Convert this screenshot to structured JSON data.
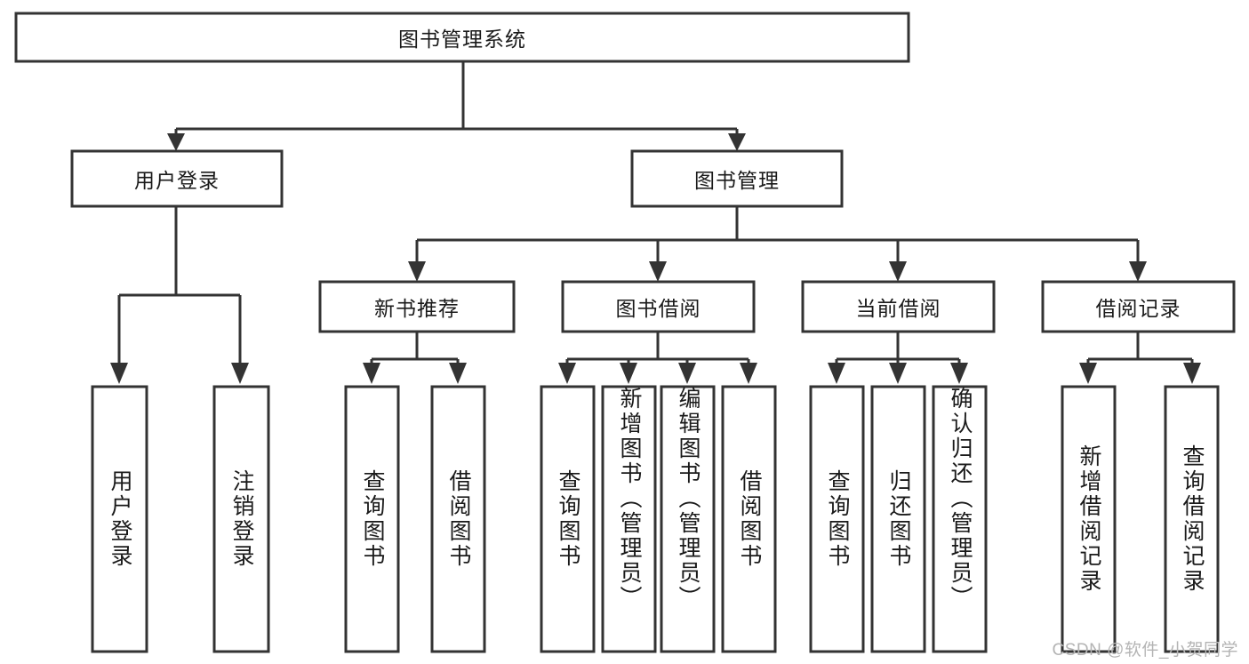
{
  "diagram": {
    "title": "图书管理系统",
    "type": "tree-hierarchy-chart",
    "watermark": "CSDN @软件_小贺同学",
    "colors": {
      "stroke": "#333333",
      "fill": "#ffffff",
      "text": "#1a1a1a",
      "watermark": "#b4b4b4"
    },
    "levels": {
      "root": {
        "label": "图书管理系统"
      },
      "level2": [
        {
          "label": "用户登录"
        },
        {
          "label": "图书管理"
        }
      ],
      "level3": [
        {
          "label": "新书推荐"
        },
        {
          "label": "图书借阅"
        },
        {
          "label": "当前借阅"
        },
        {
          "label": "借阅记录"
        }
      ],
      "leaves": {
        "user_login": [
          {
            "label": "用户登录"
          },
          {
            "label": "注销登录"
          }
        ],
        "new_book_recommend": [
          {
            "label": "查询图书"
          },
          {
            "label": "借阅图书"
          }
        ],
        "book_borrow": [
          {
            "label": "查询图书"
          },
          {
            "label": "新增图书（管理员）"
          },
          {
            "label": "编辑图书（管理员）"
          },
          {
            "label": "借阅图书"
          }
        ],
        "current_borrow": [
          {
            "label": "查询图书"
          },
          {
            "label": "归还图书"
          },
          {
            "label": "确认归还（管理员）"
          }
        ],
        "borrow_records": [
          {
            "label": "新增借阅记录"
          },
          {
            "label": "查询借阅记录"
          }
        ]
      }
    }
  }
}
